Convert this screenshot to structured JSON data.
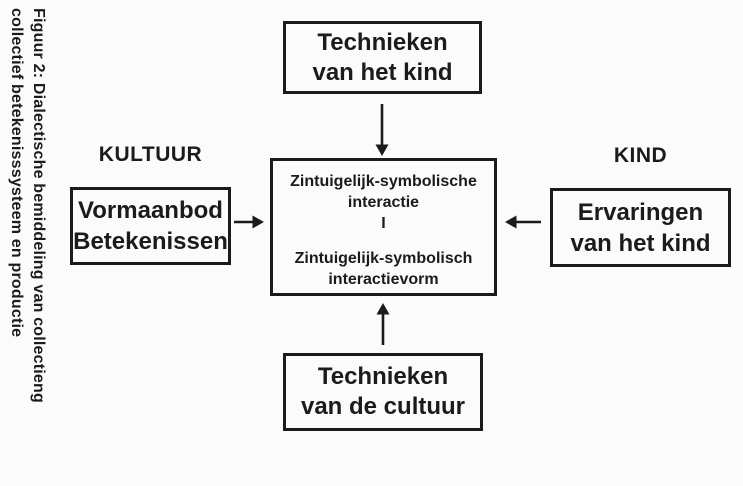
{
  "figure_caption": {
    "line1": "Figuur 2: Dialectische bemiddeling van collectieng",
    "line2": "collectief betekenisssysteem en productie"
  },
  "labels": {
    "left": "KULTUUR",
    "right": "KIND"
  },
  "boxes": {
    "top": {
      "line1": "Technieken",
      "line2": "van het kind"
    },
    "left": {
      "line1": "Vormaanbod",
      "line2": "Betekenissen"
    },
    "right": {
      "line1": "Ervaringen",
      "line2": "van het kind"
    },
    "bottom": {
      "line1": "Technieken",
      "line2": "van de cultuur"
    },
    "center": {
      "line1": "Zintuigelijk-symbolische",
      "line2": "interactie",
      "divider": "I",
      "line3": "Zintuigelijk-symbolisch",
      "line4": "interactievorm"
    }
  },
  "arrows": {
    "top_to_center": "arrow-down",
    "bottom_to_center": "arrow-up",
    "left_to_center": "arrow-right",
    "right_to_center": "arrow-left"
  },
  "colors": {
    "ink": "#1b1b1b",
    "background": "#fbfbfb"
  }
}
